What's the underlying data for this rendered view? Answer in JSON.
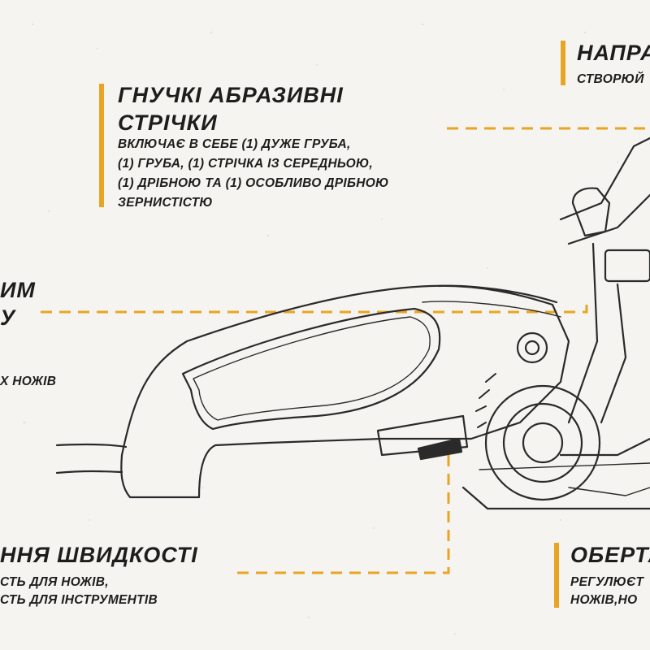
{
  "colors": {
    "accent": "#e8a524",
    "text": "#1d1d1b",
    "background": "#f5f4f1",
    "outline": "#2a2a2a"
  },
  "callouts": {
    "belts": {
      "title_line1": "ГНУЧКІ АБРАЗИВНІ",
      "title_line2": "СТРІЧКИ",
      "desc_line1": "ВКЛЮЧАЄ В СЕБЕ (1) ДУЖЕ ГРУБА,",
      "desc_line2": "(1) ГРУБА, (1) СТРІЧКА ІЗ СЕРЕДНЬОЮ,",
      "desc_line3": "(1) ДРІБНОЮ ТА (1) ОСОБЛИВО ДРІБНОЮ",
      "desc_line4": "ЗЕРНИСТІСТЮ"
    },
    "guide": {
      "title": "НАПРА",
      "desc": "СТВОРЮЙ"
    },
    "left_partial": {
      "title_line1": "ИМ",
      "title_line2": "У",
      "desc": "Х НОЖІВ"
    },
    "speed": {
      "title": "ННЯ ШВИДКОСТІ",
      "desc_line1": "СТЬ ДЛЯ НОЖІВ,",
      "desc_line2": "СТЬ ДЛЯ ІНСТРУМЕНТІВ"
    },
    "rotation": {
      "title": "ОБЕРТА",
      "desc_line1": "РЕГУЛЮЄТ",
      "desc_line2": "НОЖІВ,НО"
    }
  }
}
